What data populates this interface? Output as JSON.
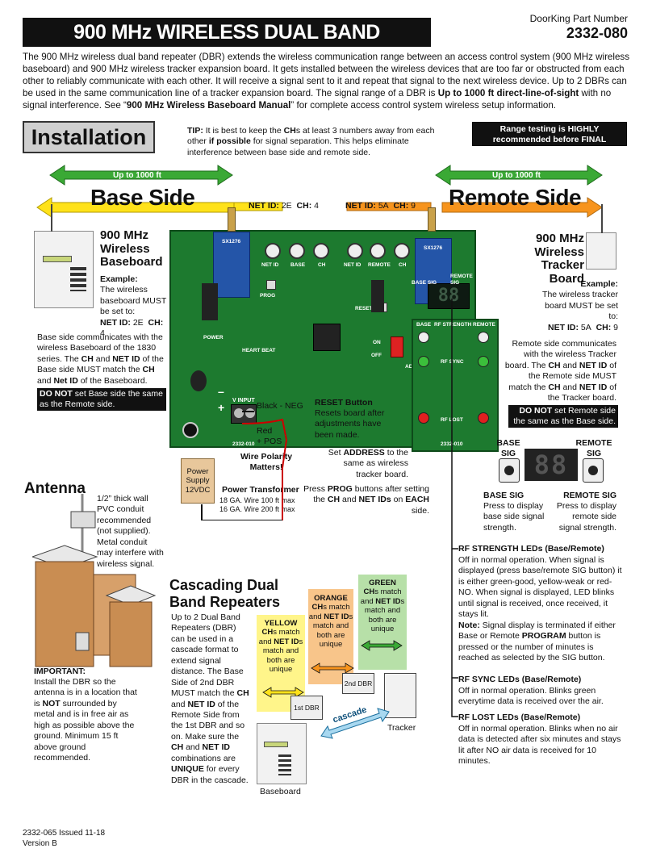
{
  "header": {
    "title": "900 MHz WIRELESS DUAL BAND REPEATER",
    "part_label": "DoorKing Part Number",
    "part_number": "2332-080"
  },
  "intro": {
    "p1": "The 900 MHz wireless dual band repeater (DBR) extends the wireless communication range between an access control system (900 MHz wireless baseboard) and 900 MHz wireless tracker expansion board. It gets installed between the wireless devices that are too far or obstructed from each other to reliably communicate with each other. It will receive a signal sent to it and repeat that signal to the next wireless device. Up to 2 DBRs can be used in the same communication line of a tracker expansion board. The signal range of a DBR is ",
    "p1_bold": "Up to 1000 ft direct-line-of-sight",
    "p2": " with no signal interference. See “",
    "p2_bold": "900 MHz Wireless Baseboard Manual",
    "p3": "” for complete access control system wireless setup information."
  },
  "installation": {
    "title": "Installation",
    "tip_label": "TIP:",
    "tip_a": " It is best to keep the ",
    "tip_ch": "CH",
    "tip_b": "s at least 3 numbers away from each other ",
    "tip_if": "if possible",
    "tip_c": " for signal separation. This helps eliminate interference between base side and remote side.",
    "range_note": "Range testing is HIGHLY recommended before FINAL installation."
  },
  "base": {
    "title": "Base Side",
    "range": "Up to 1000 ft",
    "net_label": "NET ID:",
    "net_val": "2E",
    "ch_label": "CH:",
    "ch_val": "4",
    "board_title": "900 MHz Wireless Baseboard",
    "example_label": "Example:",
    "example_text": "The wireless baseboard MUST be set to:",
    "example_net": "NET ID:",
    "example_net_val": "2E",
    "example_ch": "CH:",
    "example_ch_val": "4",
    "desc_a": "Base side communicates with the wireless Baseboard of the 1830 series. The ",
    "desc_ch": "CH",
    "desc_and": " and ",
    "desc_net": "NET ID",
    "desc_b": " of the Base side MUST match the ",
    "desc_ch2": "CH",
    "desc_and2": " and ",
    "desc_net2": "Net ID",
    "desc_c": " of the Baseboard.",
    "warn_bold": "DO NOT",
    "warn": " set Base side the same as the Remote side."
  },
  "remote": {
    "title": "Remote Side",
    "range": "Up to 1000 ft",
    "net_label": "NET ID:",
    "net_val": "5A",
    "ch_label": "CH:",
    "ch_val": "9",
    "board_title": "900 MHz Wireless Tracker Board",
    "example_label": "Example:",
    "example_text": "The wireless tracker board MUST be set to:",
    "example_net": "NET ID:",
    "example_net_val": "5A",
    "example_ch": "CH:",
    "example_ch_val": "9",
    "desc_a": "Remote side communicates with the wireless Tracker board. The ",
    "desc_ch": "CH",
    "desc_and": " and ",
    "desc_net": "NET ID",
    "desc_b": " of the Remote side MUST match the ",
    "desc_ch2": "CH",
    "desc_and2": " and ",
    "desc_net2": "NET ID",
    "desc_c": " of the Tracker board.",
    "warn_bold": "DO NOT",
    "warn": " set Remote side the same as the Base side."
  },
  "board": {
    "lbl_netid": "NET ID",
    "lbl_base": "BASE",
    "lbl_ch": "CH",
    "lbl_remote": "REMOTE",
    "lbl_prog": "PROG",
    "lbl_reset": "RESET",
    "lbl_power": "POWER",
    "lbl_heartbeat": "HEART BEAT",
    "lbl_vinput": "V INPUT",
    "lbl_model": "2332-010",
    "lbl_rfstrength": "RF STRENGTH",
    "lbl_rfsync": "RF SYNC",
    "lbl_rflost": "RF LOST",
    "lbl_base_sig": "BASE SIG",
    "lbl_remote_sig": "REMOTE SIG",
    "lbl_on": "ON",
    "lbl_off": "OFF",
    "lbl_address": "ADDRESS",
    "lbl_chip": "SX1276",
    "lbl_base_led": "BASE",
    "lbl_remote_led": "REMOTE",
    "plus": "+",
    "minus": "–"
  },
  "power": {
    "black_neg": "Black - NEG",
    "red": "Red",
    "pos": "+ POS",
    "polarity": "Wire Polarity Matters!",
    "supply": "Power Supply 12VDC",
    "transformer": "Power Transformer",
    "wire1": "18 GA. Wire 100 ft max",
    "wire2": "16 GA. Wire 200 ft max"
  },
  "reset": {
    "title": "RESET Button",
    "text": "Resets board after adjustments have been made."
  },
  "address": {
    "a": "Set ",
    "bold": "ADDRESS",
    "b": " to the same as wireless tracker board."
  },
  "prog": {
    "a": "Press ",
    "bold": "PROG",
    "b": " buttons after setting the ",
    "ch": "CH",
    "and": " and ",
    "net": "NET IDs",
    "on": " on ",
    "each": "EACH",
    "c": " side."
  },
  "sig": {
    "base_lbl": "BASE SIG",
    "remote_lbl": "REMOTE SIG",
    "digits": "88",
    "base_title": "BASE SIG",
    "base_text": "Press to display base side signal strength.",
    "remote_title": "REMOTE SIG",
    "remote_text": "Press to display remote side signal strength."
  },
  "leds": {
    "strength_title": "RF STRENGTH LEDs (Base/Remote)",
    "strength_text": "Off in normal operation. When signal is displayed (press base/remote SIG button) it is either green-good, yellow-weak or red-NO. When signal is displayed, LED blinks until signal is received, once received, it stays lit.",
    "note_label": "Note:",
    "note_a": " Signal display is terminated if either Base or Remote ",
    "note_bold": "PROGRAM",
    "note_b": " button is pressed or the number of minutes is reached as selected by the SIG button.",
    "sync_title": "RF SYNC LEDs (Base/Remote)",
    "sync_text": "Off in normal operation. Blinks green everytime data is received over the air.",
    "lost_title": "RF LOST LEDs (Base/Remote)",
    "lost_text": "Off in normal operation. Blinks when no air data is detected after six minutes and stays lit after NO air data is received for 10 minutes."
  },
  "antenna": {
    "title": "Antenna",
    "conduit": "1/2” thick wall PVC conduit recommended (not supplied). Metal conduit may interfere with wireless signal.",
    "important": "IMPORTANT:",
    "imp_a": "Install the DBR so the antenna is in a location that is ",
    "imp_not": "NOT",
    "imp_b": " surrounded by metal and is in free air as high as possible above the ground. Minimum 15 ft above ground recommended."
  },
  "cascade": {
    "title_line1": "Cascading Dual",
    "title_line2": "Band Repeaters",
    "text_a": "Up to 2 Dual Band Repeaters (DBR) can be used in a cascade format to extend signal distance. The Base Side of 2nd DBR MUST match the ",
    "ch": "CH",
    "and": " and ",
    "net": "NET ID",
    "text_b": " of the Remote Side from the 1st DBR and so on. Make sure the ",
    "ch2": "CH",
    "and2": " and ",
    "net2": "NET ID",
    "text_c": " combinations are ",
    "unique": "UNIQUE",
    "text_d": " for every DBR in the cascade.",
    "yellow_title": "YELLOW",
    "orange_title": "ORANGE",
    "green_title": "GREEN",
    "col_ch": "CH",
    "col_s": "s",
    "col_match": " match and ",
    "col_net": "NET ID",
    "col_s2": "s",
    "col_end": " match and both are unique",
    "dbr1": "1st DBR",
    "dbr2": "2nd DBR",
    "tracker": "Tracker",
    "baseboard": "Baseboard",
    "cascade_word": "cascade"
  },
  "footer": {
    "line1": "2332-065 Issued 11-18",
    "line2": "Version B"
  }
}
